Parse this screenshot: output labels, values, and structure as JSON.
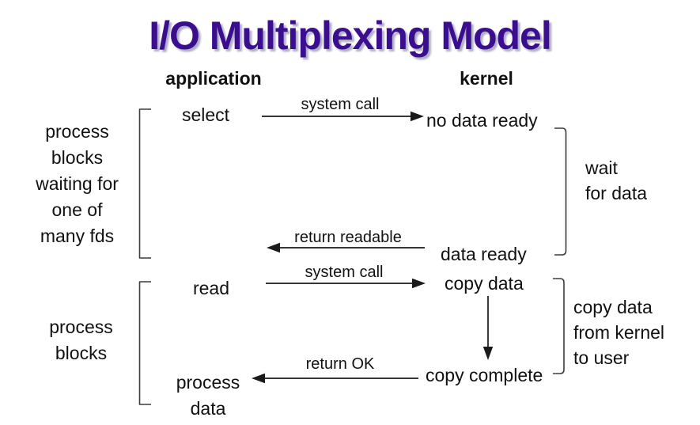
{
  "theme": {
    "title_color": "#3b0e90",
    "text_color": "#111111",
    "line_color": "#1a1a1a",
    "background": "#ffffff"
  },
  "title": "I/O Multiplexing Model",
  "headers": {
    "application": "application",
    "kernel": "kernel"
  },
  "phase1": {
    "left_note_lines": [
      "process",
      "blocks",
      "waiting for",
      "one of",
      "many fds"
    ],
    "app_call": "select",
    "syscall_label": "system call",
    "kernel_state": "no data ready",
    "wait_note_lines": [
      "wait",
      "for data"
    ],
    "return_label": "return readable",
    "kernel_done": "data ready"
  },
  "phase2": {
    "left_note_lines": [
      "process",
      "blocks"
    ],
    "app_call": "read",
    "syscall_label": "system call",
    "kernel_state": "copy data",
    "copy_note_lines": [
      "copy data",
      "from kernel",
      "to user"
    ],
    "return_label": "return OK",
    "kernel_done": "copy complete",
    "app_result_lines": [
      "process",
      "data"
    ]
  }
}
